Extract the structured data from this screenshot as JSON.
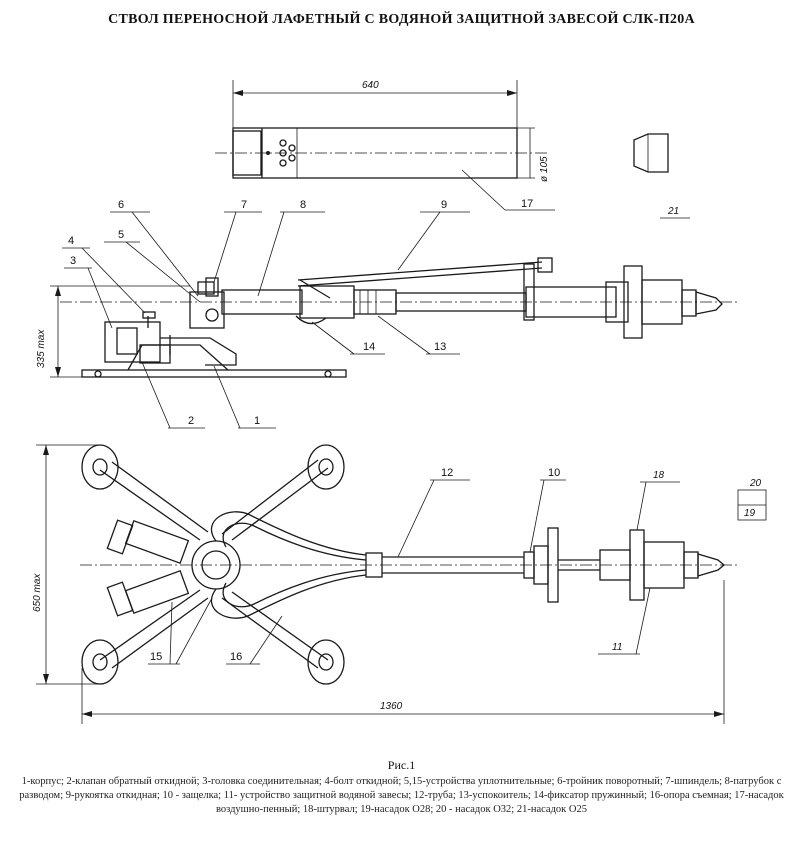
{
  "title": "СТВОЛ ПЕРЕНОСНОЙ ЛАФЕТНЫЙ С ВОДЯНОЙ ЗАЩИТНОЙ ЗАВЕСОЙ СЛК-П20А",
  "figure_caption": "Рис.1",
  "legend_text": "1-корпус; 2-клапан обратный откидной; 3-головка соединительная; 4-болт откидной; 5,15-устройства уплотнительные; 6-тройник поворотный; 7-шпиндель; 8-патрубок с разводом; 9-рукоятка откидная; 10 - защелка; 11- устройство защитной водяной завесы; 12-труба; 13-успокоитель; 14-фиксатор пружинный; 16-опора съемная; 17-насадок воздушно-пенный; 18-штурвал; 19-насадок О28; 20 - насадок О32; 21-насадок О25",
  "dimensions": {
    "nozzle_length": "640",
    "nozzle_diameter": "ø 105",
    "height_max": "335 max",
    "width_max": "650 max",
    "total_length": "1360"
  },
  "part_labels": {
    "p1": "1",
    "p2": "2",
    "p3": "3",
    "p4": "4",
    "p5": "5",
    "p6": "6",
    "p7": "7",
    "p8": "8",
    "p9": "9",
    "p10": "10",
    "p11": "11",
    "p12": "12",
    "p13": "13",
    "p14": "14",
    "p15": "15",
    "p16": "16",
    "p17": "17",
    "p18": "18",
    "p19": "19",
    "p20": "20",
    "p21": "21"
  }
}
